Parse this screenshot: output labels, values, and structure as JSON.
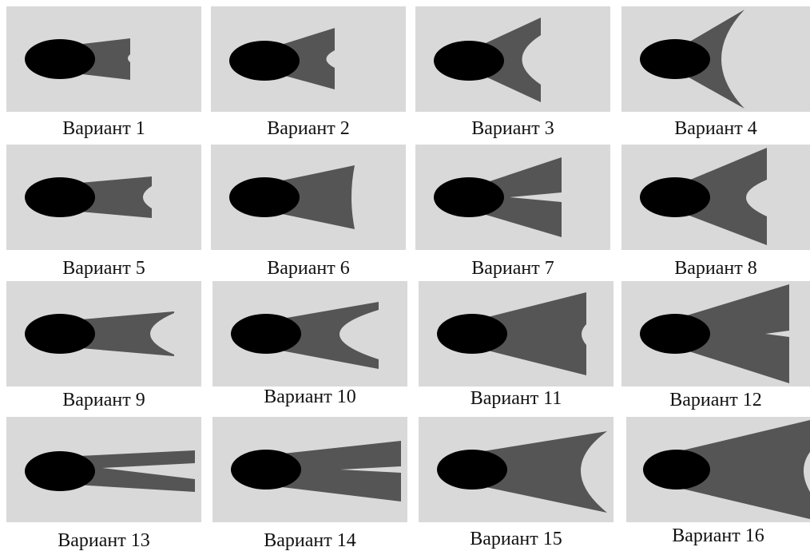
{
  "colors": {
    "background": "#ffffff",
    "panel": "#d9d9d9",
    "body": "#555555",
    "head": "#000000",
    "caption": "#111111"
  },
  "variants": [
    {
      "label": "Вариант 1"
    },
    {
      "label": "Вариант 2"
    },
    {
      "label": "Вариант 3"
    },
    {
      "label": "Вариант 4"
    },
    {
      "label": "Вариант 5"
    },
    {
      "label": "Вариант 6"
    },
    {
      "label": "Вариант 7"
    },
    {
      "label": "Вариант 8"
    },
    {
      "label": "Вариант 9"
    },
    {
      "label": "Вариант 10"
    },
    {
      "label": "Вариант 11"
    },
    {
      "label": "Вариант 12"
    },
    {
      "label": "Вариант 13"
    },
    {
      "label": "Вариант 14"
    },
    {
      "label": "Вариант 15"
    },
    {
      "label": "Вариант 16"
    }
  ]
}
